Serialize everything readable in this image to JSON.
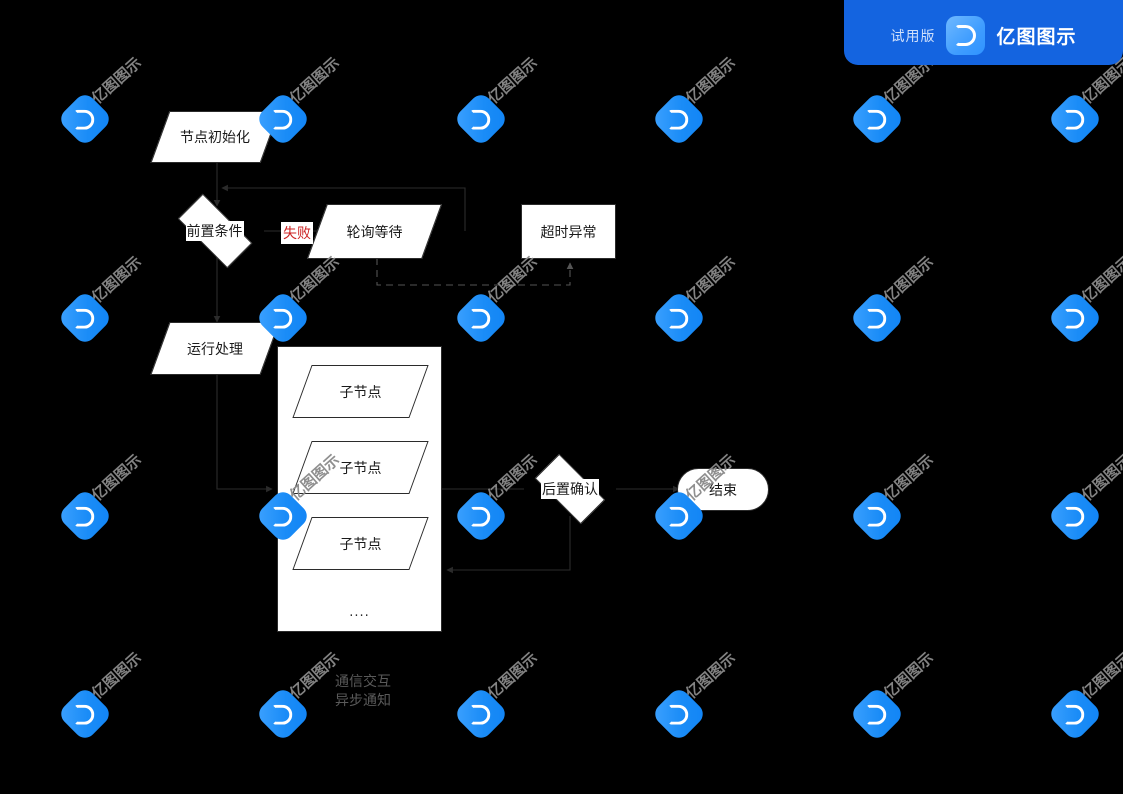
{
  "badge": {
    "trial_label": "试用版",
    "brand_name": "亿图图示",
    "logo_icon": "edraw-logo-icon",
    "background_color": "#1464e0"
  },
  "watermark": {
    "text": "亿图图示",
    "logo_icon": "edraw-watermark-icon",
    "color": "#8a8a8a",
    "logo_color": "#1a8cf7",
    "columns_x": [
      85,
      283,
      481,
      679,
      877,
      1075
    ],
    "rows_y": [
      119,
      318,
      516,
      714
    ]
  },
  "diagram": {
    "canvas_background": "#000000",
    "node_fill": "#ffffff",
    "node_stroke": "#2b2b2b",
    "nodes": [
      {
        "id": "init",
        "label": "节点初始化",
        "shape": "parallelogram"
      },
      {
        "id": "precheck",
        "label": "前置条件",
        "shape": "diamond"
      },
      {
        "id": "poll",
        "label": "轮询等待",
        "shape": "parallelogram"
      },
      {
        "id": "timeout",
        "label": "超时异常",
        "shape": "rectangle"
      },
      {
        "id": "run",
        "label": "运行处理",
        "shape": "parallelogram"
      },
      {
        "id": "child1",
        "label": "子节点",
        "shape": "parallelogram"
      },
      {
        "id": "child2",
        "label": "子节点",
        "shape": "parallelogram"
      },
      {
        "id": "child3",
        "label": "子节点",
        "shape": "parallelogram"
      },
      {
        "id": "postcheck",
        "label": "后置确认",
        "shape": "diamond"
      },
      {
        "id": "end",
        "label": "结束",
        "shape": "rounded-rectangle"
      }
    ],
    "group_box": {
      "more_label": "...."
    },
    "edge_labels": [
      {
        "id": "fail",
        "text": "失败",
        "color": "#cc2222"
      }
    ],
    "notes": [
      {
        "id": "note-comm",
        "text": "通信交互"
      },
      {
        "id": "note-async",
        "text": "异步通知"
      }
    ]
  }
}
